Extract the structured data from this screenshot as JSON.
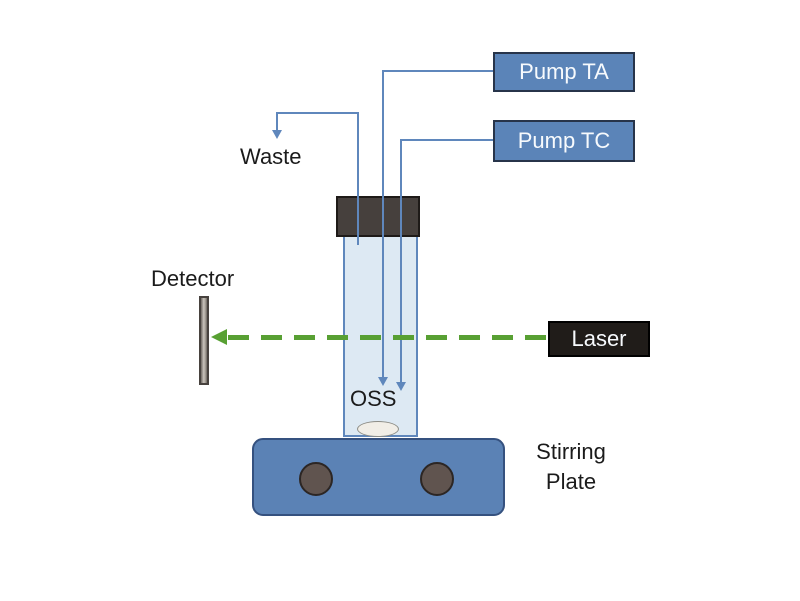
{
  "diagram": {
    "labels": {
      "pump_ta": "Pump TA",
      "pump_tc": "Pump TC",
      "waste": "Waste",
      "detector": "Detector",
      "oss": "OSS",
      "laser": "Laser",
      "stirring_plate": "Stirring Plate"
    },
    "colors": {
      "pump_box_fill": "#5b84b8",
      "pump_box_border": "#27344a",
      "box_text": "#f7fafd",
      "tube_line": "#5f87bc",
      "vessel_fill": "#dde9f3",
      "vessel_border": "#5f87bc",
      "cap_fill": "#46403d",
      "cap_border": "#1e1a18",
      "stir_bar_fill": "#f1eee7",
      "stir_bar_border": "#8d8d86",
      "plate_fill": "#5b82b5",
      "plate_border": "#35517f",
      "knob_fill": "#60544f",
      "knob_border": "#2c2624",
      "detector_border": "#47423e",
      "laser_beam": "#58a033",
      "laser_box_fill": "#201c19",
      "laser_box_border": "#000000",
      "text": "#1b1b1b"
    }
  }
}
